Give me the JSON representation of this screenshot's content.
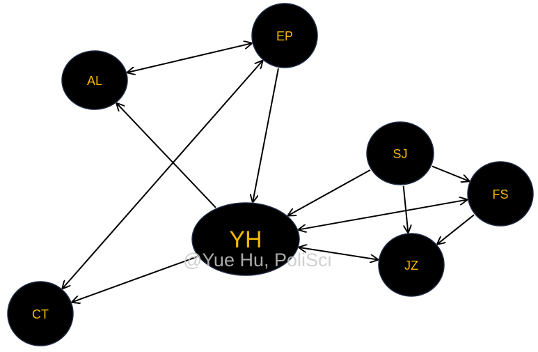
{
  "diagram": {
    "node_fill": "#000000",
    "node_text_color": "#f5b800",
    "edge_color": "#000000",
    "nodes": [
      {
        "id": "EP",
        "label": "EP"
      },
      {
        "id": "AL",
        "label": "AL"
      },
      {
        "id": "SJ",
        "label": "SJ"
      },
      {
        "id": "FS",
        "label": "FS"
      },
      {
        "id": "YH",
        "label": "YH"
      },
      {
        "id": "JZ",
        "label": "JZ"
      },
      {
        "id": "CT",
        "label": "CT"
      }
    ],
    "edges": [
      {
        "from": "AL",
        "to": "EP",
        "bidirectional": true
      },
      {
        "from": "EP",
        "to": "YH",
        "bidirectional": false
      },
      {
        "from": "EP",
        "to": "CT",
        "bidirectional": true
      },
      {
        "from": "YH",
        "to": "AL",
        "bidirectional": false
      },
      {
        "from": "YH",
        "to": "CT",
        "bidirectional": false
      },
      {
        "from": "SJ",
        "to": "YH",
        "bidirectional": false
      },
      {
        "from": "SJ",
        "to": "FS",
        "bidirectional": false
      },
      {
        "from": "SJ",
        "to": "JZ",
        "bidirectional": false
      },
      {
        "from": "FS",
        "to": "YH",
        "bidirectional": true
      },
      {
        "from": "FS",
        "to": "JZ",
        "bidirectional": false
      },
      {
        "from": "YH",
        "to": "JZ",
        "bidirectional": true
      }
    ],
    "watermark": "@Yue Hu, PoliSci"
  }
}
